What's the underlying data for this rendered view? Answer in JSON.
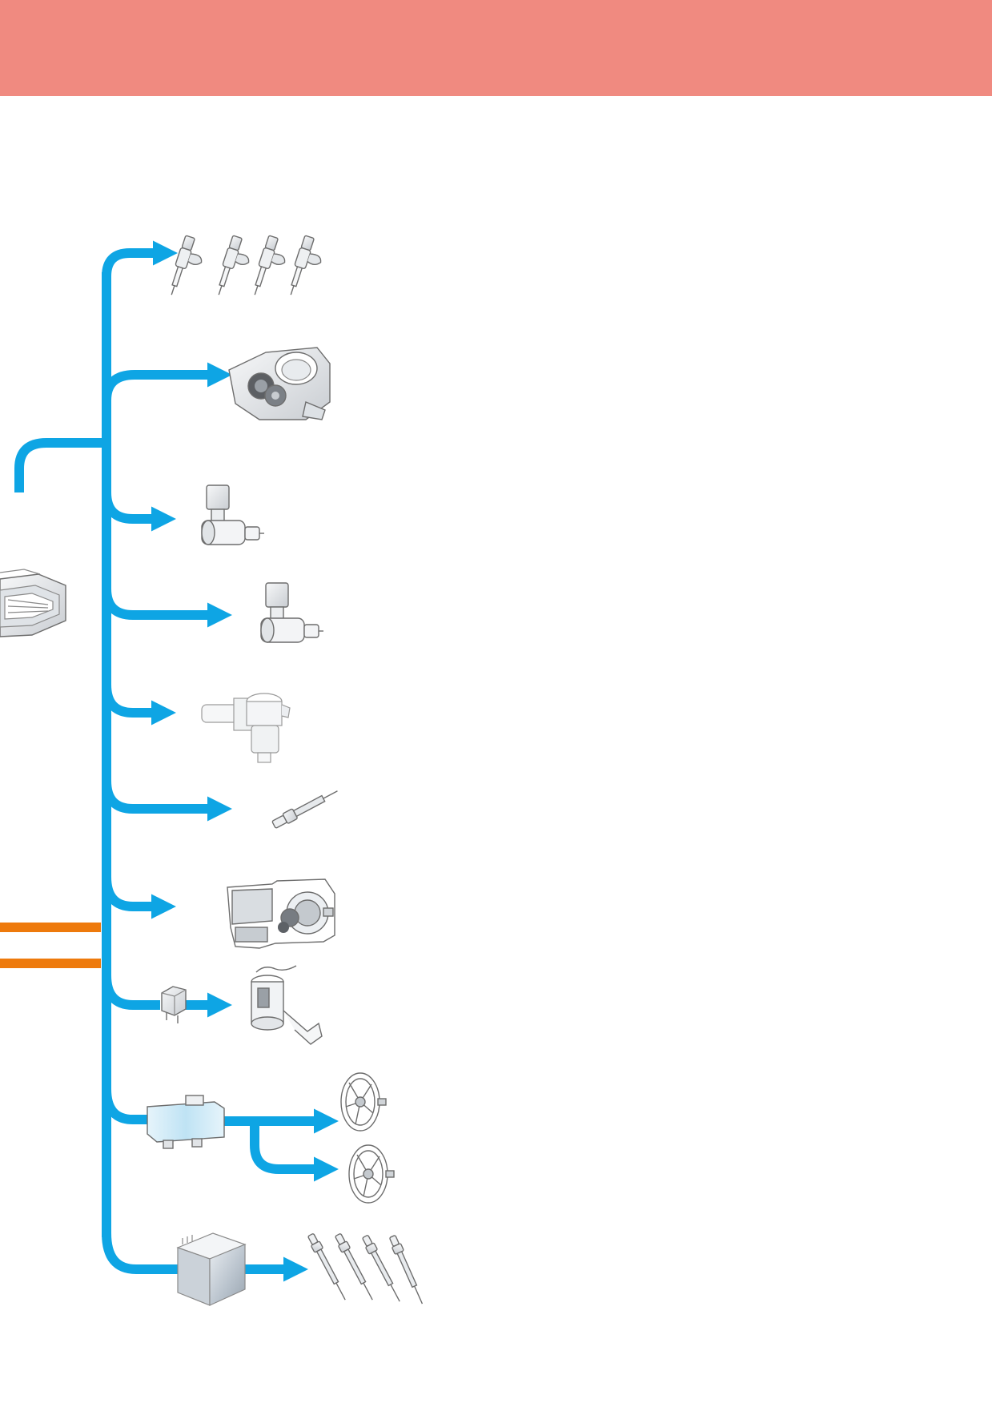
{
  "header": {
    "color": "#f08a80"
  },
  "colors": {
    "signal": "#0ea5e4",
    "power": "#ee7a0c",
    "part_fill": "#f1f3f5",
    "part_fill_dark": "#d3d7db",
    "part_stroke": "#6d6d6d"
  },
  "diagram": {
    "bus_icon": "control-unit-connector-icon",
    "branches": [
      {
        "name": "branch-injectors",
        "icons": [
          "injector-icon",
          "injector-icon",
          "injector-icon",
          "injector-icon"
        ]
      },
      {
        "name": "branch-throttle-valve",
        "icons": [
          "throttle-valve-module-icon"
        ]
      },
      {
        "name": "branch-solenoid-valve-1",
        "icons": [
          "solenoid-valve-icon"
        ]
      },
      {
        "name": "branch-solenoid-valve-2",
        "icons": [
          "solenoid-valve-icon"
        ]
      },
      {
        "name": "branch-pressure-valve",
        "icons": [
          "pressure-control-valve-icon"
        ]
      },
      {
        "name": "branch-glow-plug",
        "icons": [
          "glow-plug-icon"
        ]
      },
      {
        "name": "branch-egr-valve",
        "icons": [
          "egr-valve-icon"
        ]
      },
      {
        "name": "branch-fuel-pump",
        "icons": [
          "relay-icon",
          "fuel-pump-icon"
        ]
      },
      {
        "name": "branch-radiator-fans",
        "icons": [
          "fan-control-unit-icon",
          "radiator-fan-icon",
          "radiator-fan-icon"
        ]
      },
      {
        "name": "branch-glow-plugs",
        "icons": [
          "glow-time-control-unit-icon",
          "glow-plug-icon",
          "glow-plug-icon",
          "glow-plug-icon",
          "glow-plug-icon"
        ]
      }
    ]
  }
}
